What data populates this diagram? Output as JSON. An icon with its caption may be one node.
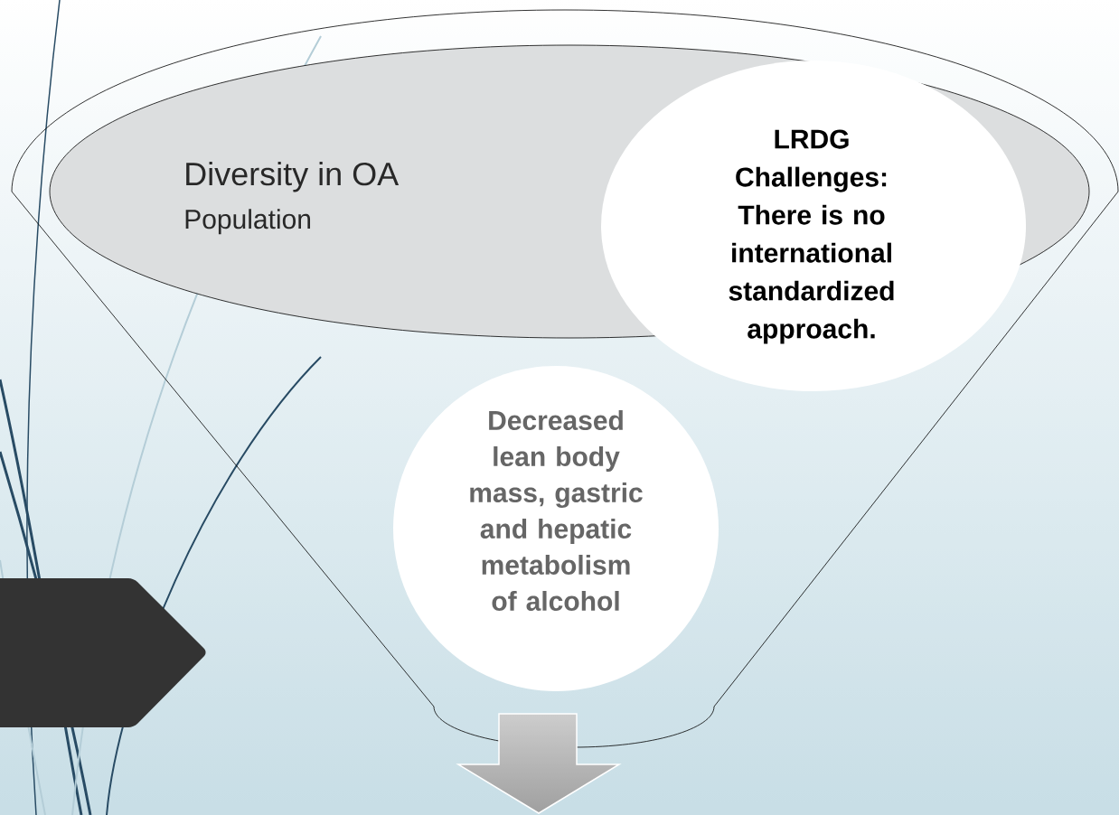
{
  "diagram": {
    "nodes": [
      {
        "text": [
          "Diversity in OA",
          "Population"
        ]
      },
      {
        "text": [
          "LRDG Challenges: There is no international standardized approach."
        ]
      },
      {
        "text": [
          "Decreased lean body mass, gastric and hepatic metabolism of alcohol"
        ]
      }
    ]
  }
}
